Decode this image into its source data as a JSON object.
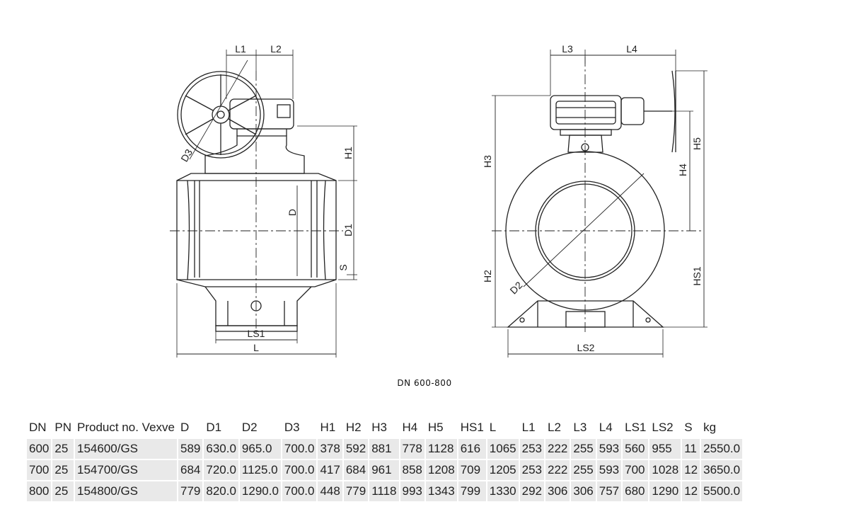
{
  "caption": "DN 600-800",
  "drawing": {
    "front_labels": {
      "L1": "L1",
      "L2": "L2",
      "D3": "D3",
      "H1": "H1",
      "D": "D",
      "D1": "D1",
      "S": "S",
      "LS1": "LS1",
      "L": "L"
    },
    "side_labels": {
      "L3": "L3",
      "L4": "L4",
      "H3": "H3",
      "H5": "H5",
      "H4": "H4",
      "H2": "H2",
      "D2": "D2",
      "HS1": "HS1",
      "LS2": "LS2"
    }
  },
  "table": {
    "headers": [
      "DN",
      "PN",
      "Product no. Vexve",
      "D",
      "D1",
      "D2",
      "D3",
      "H1",
      "H2",
      "H3",
      "H4",
      "H5",
      "HS1",
      "L",
      "L1",
      "L2",
      "L3",
      "L4",
      "LS1",
      "LS2",
      "S",
      "kg"
    ],
    "rows": [
      [
        "600",
        "25",
        "154600/GS",
        "589",
        "630.0",
        "965.0",
        "700.0",
        "378",
        "592",
        "881",
        "778",
        "1128",
        "616",
        "1065",
        "253",
        "222",
        "255",
        "593",
        "560",
        "955",
        "11",
        "2550.0"
      ],
      [
        "700",
        "25",
        "154700/GS",
        "684",
        "720.0",
        "1125.0",
        "700.0",
        "417",
        "684",
        "961",
        "858",
        "1208",
        "709",
        "1205",
        "253",
        "222",
        "255",
        "593",
        "700",
        "1028",
        "12",
        "3650.0"
      ],
      [
        "800",
        "25",
        "154800/GS",
        "779",
        "820.0",
        "1290.0",
        "700.0",
        "448",
        "779",
        "1118",
        "993",
        "1343",
        "799",
        "1330",
        "292",
        "306",
        "306",
        "757",
        "680",
        "1290",
        "12",
        "5500.0"
      ]
    ]
  }
}
